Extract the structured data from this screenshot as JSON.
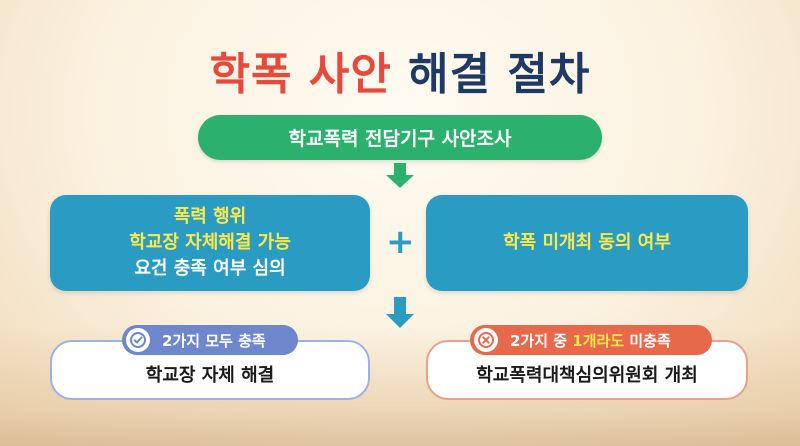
{
  "title": {
    "part1": "학폭 사안",
    "part2": "해결 절차"
  },
  "step1": {
    "label": "학교폭력 전담기구 사안조사"
  },
  "criteria": {
    "left_lines": [
      "폭력 행위",
      "학교장 자체해결 가능",
      "요건 충족 여부 심의"
    ],
    "plus": "+",
    "right_label": "학폭 미개최 동의 여부"
  },
  "outcomes": {
    "left": {
      "tag": "2가지 모두 충족",
      "label": "학교장 자체 해결"
    },
    "right": {
      "tag_prefix": "2가지 중 ",
      "tag_highlight": "1개라도",
      "tag_suffix": " 미충족",
      "label": "학교폭력대책심의위원회 개최"
    }
  },
  "colors": {
    "title_red": "#e8493a",
    "title_navy": "#1e3a64",
    "green": "#2bb06e",
    "blue": "#2a9cc4",
    "yellow": "#ffe94a",
    "tag_blue": "#6d86cc",
    "tag_orange": "#e6694c"
  },
  "icons": {
    "left_tag": "check-badge-icon",
    "right_tag": "x-badge-icon",
    "arrows": "down-arrow-icon"
  }
}
